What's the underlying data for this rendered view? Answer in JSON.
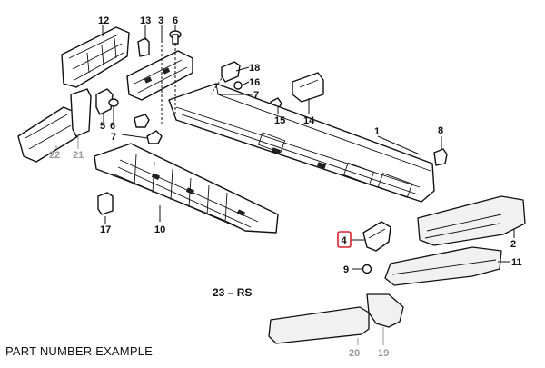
{
  "diagram": {
    "highlight_color": "#e0202a",
    "callouts": {
      "c1": "1",
      "c2": "2",
      "c3": "3",
      "c4": "4",
      "c5": "5",
      "c6a": "6",
      "c6b": "6",
      "c7a": "7",
      "c7b": "7",
      "c8": "8",
      "c9": "9",
      "c10": "10",
      "c11": "11",
      "c12": "12",
      "c13": "13",
      "c14": "14",
      "c15": "15",
      "c16": "16",
      "c17": "17",
      "c18": "18",
      "c19": "19",
      "c20": "20",
      "c21": "21",
      "c22": "22"
    },
    "assembly_label": "23 – RS",
    "highlighted_part": "4"
  },
  "caption": "PART NUMBER EXAMPLE"
}
